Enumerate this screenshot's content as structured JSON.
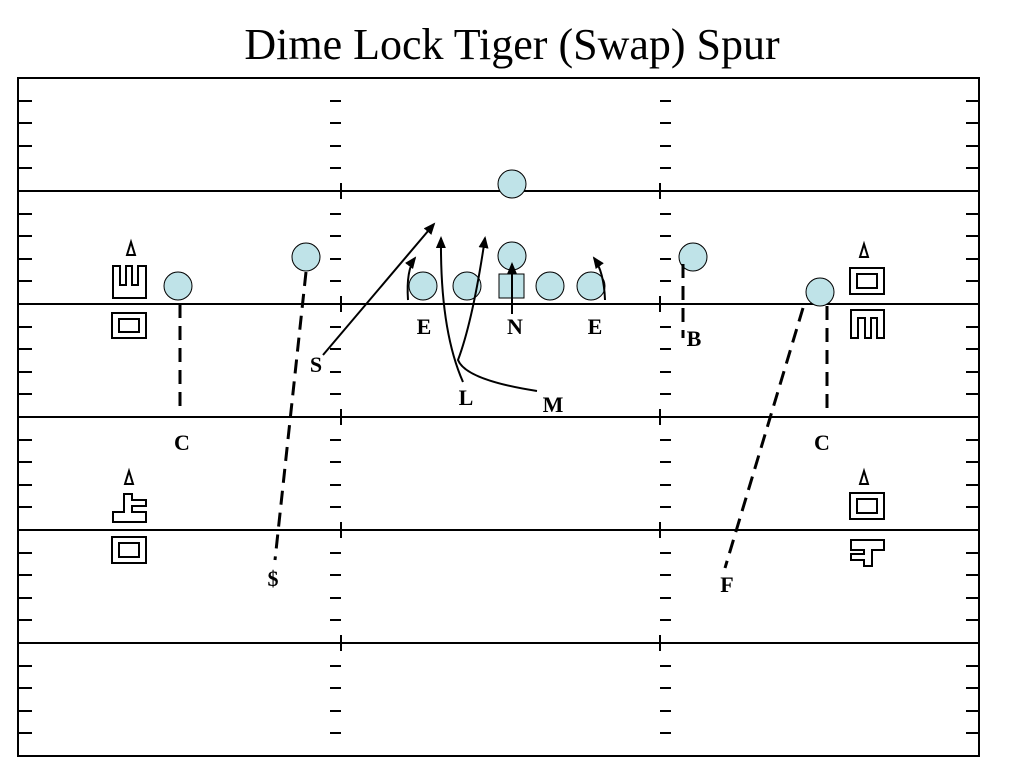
{
  "title": "Dime Lock Tiger (Swap) Spur",
  "colors": {
    "player_fill": "#bfe3e8",
    "line": "#000000"
  },
  "icons": [
    "yard-number-40-icon",
    "yard-number-30-icon",
    "yard-number-40-icon",
    "yard-number-30-icon"
  ],
  "labels": {
    "end_left": "E",
    "nose": "N",
    "end_right": "E",
    "sam": "S",
    "lb_l": "L",
    "lb_m": "M",
    "buck": "B",
    "corner_left": "C",
    "corner_right": "C",
    "dollar": "$",
    "free": "F"
  }
}
